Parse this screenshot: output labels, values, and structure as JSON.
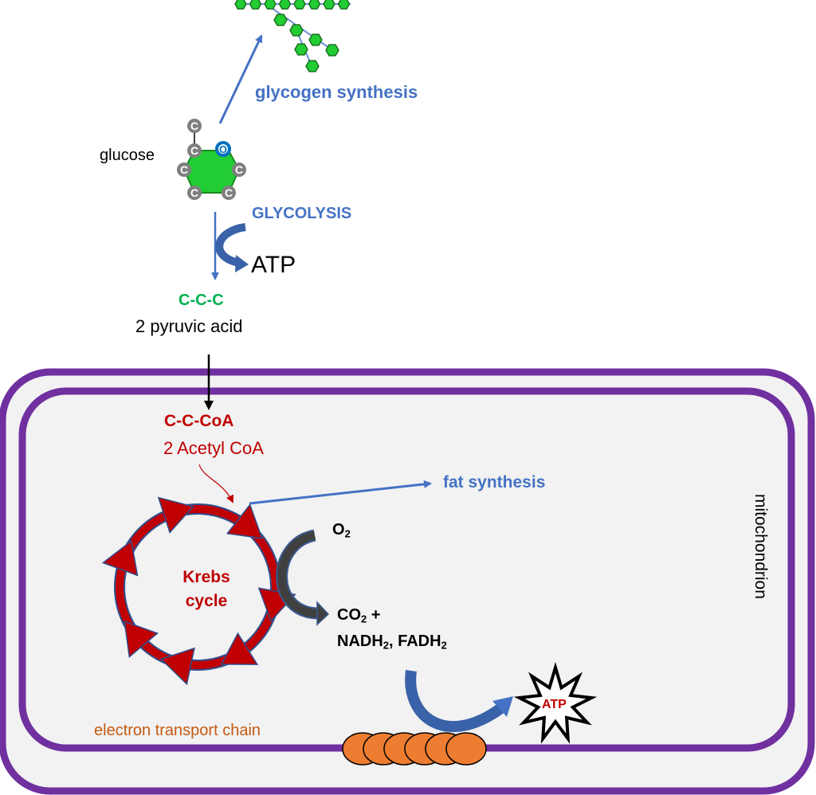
{
  "title": "Glucose metabolism: glycolysis, Krebs cycle and electron transport chain",
  "colors": {
    "membrane": "#7030a0",
    "matrix": "#f2f2f2",
    "pathway_blue": "#4472c4",
    "krebs_red": "#c00000",
    "pyruvate_green": "#00b050",
    "etc_orange": "#ed7d31",
    "etc_label": "#c55a11",
    "hexagon_green": "#22cc33",
    "carbon_gray": "#7f7f7f",
    "oxygen_blue": "#0070c0"
  },
  "labels": {
    "glycogen_synthesis": "glycogen synthesis",
    "glucose": "glucose",
    "glycolysis": "GLYCOLYSIS",
    "atp_glycolysis": "ATP",
    "pyruvate_formula": "C-C-C",
    "pyruvate_name": "2 pyruvic acid",
    "acetyl_formula": "C-C-CoA",
    "acetyl_name": "2 Acetyl CoA",
    "fat_synthesis": "fat synthesis",
    "krebs_line1": "Krebs",
    "krebs_line2": "cycle",
    "o2": "O",
    "o2_sub": "2",
    "co2": "CO",
    "co2_sub": "2",
    "co2_plus": " +",
    "nadh": "NADH",
    "nadh_sub": "2",
    "fadh_sep": ", FADH",
    "fadh_sub": "2",
    "atp_etc": "ATP",
    "etc": "electron transport chain",
    "mitochondrion": "mitochondrion"
  },
  "glucose_atoms": {
    "carbon": "C",
    "oxygen": "O",
    "carbon_count": 6
  },
  "glycogen": {
    "main_chain_units": 8,
    "branch_units": 6
  },
  "etc_complexes": 6
}
